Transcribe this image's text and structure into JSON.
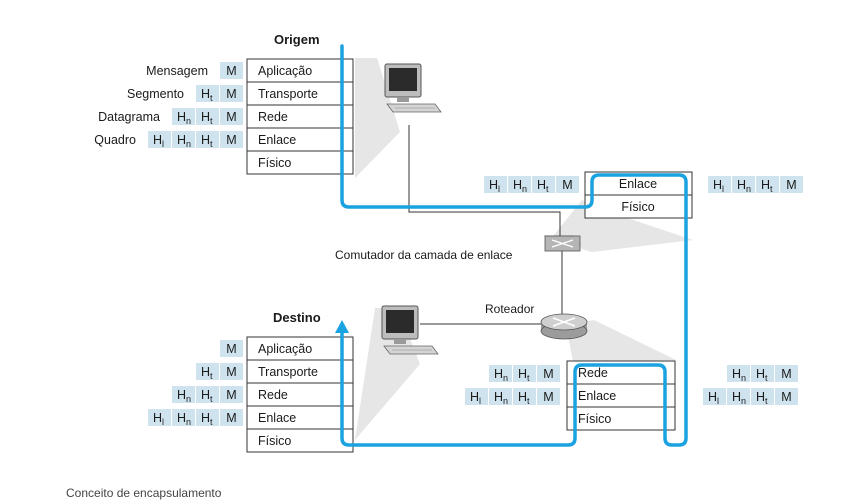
{
  "titles": {
    "source": "Origem",
    "destination": "Destino"
  },
  "layers": {
    "application": "Aplicação",
    "transport": "Transporte",
    "network": "Rede",
    "link": "Enlace",
    "physical": "Físico"
  },
  "pdu": {
    "message": "Mensagem",
    "segment": "Segmento",
    "datagram": "Datagrama",
    "frame": "Quadro"
  },
  "headers": {
    "payload": "M",
    "transport": "H",
    "transport_sub": "t",
    "network": "H",
    "network_sub": "n",
    "link": "H",
    "link_sub": "l"
  },
  "devices": {
    "switch": "Comutador da camada de enlace",
    "router": "Roteador"
  },
  "caption": "Conceito de encapsulamento",
  "colors": {
    "path": "#1aa3e0",
    "header_cell": "#cfe3ef",
    "box_border": "#333333",
    "shadow": "#e6e6e6"
  },
  "icons": [
    "computer-icon",
    "switch-icon",
    "router-icon"
  ]
}
